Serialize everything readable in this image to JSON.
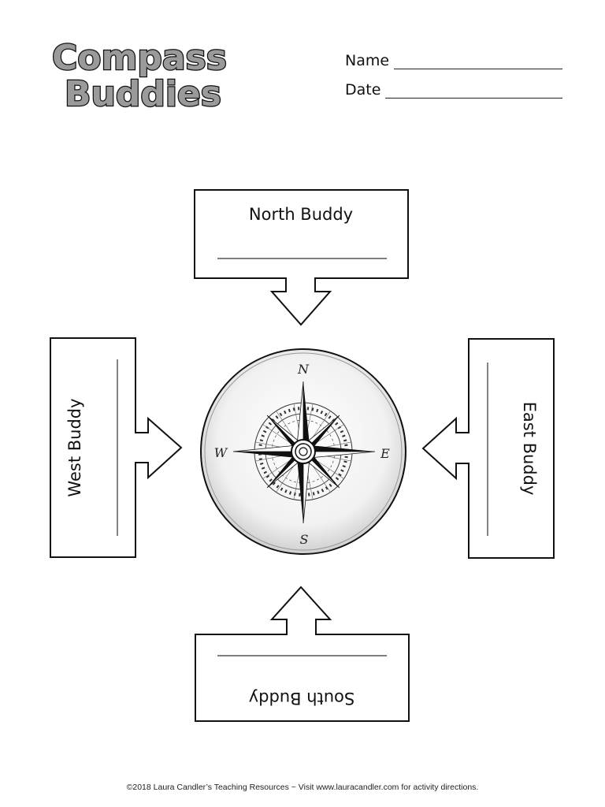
{
  "title": {
    "line1": "Compass",
    "line2": "Buddies"
  },
  "fields": {
    "name_label": "Name",
    "date_label": "Date"
  },
  "buddies": {
    "north": "North Buddy",
    "south": "South Buddy",
    "east": "East Buddy",
    "west": "West Buddy"
  },
  "compass": {
    "n": "N",
    "s": "S",
    "e": "E",
    "w": "W"
  },
  "footer": "©2018 Laura Candler’s Teaching Resources ~ Visit www.lauracandler.com for activity directions.",
  "colors": {
    "title_fill": "#9a9a9a",
    "title_outline": "#111111",
    "compass_fill": "#efefef",
    "ink": "#111111"
  }
}
